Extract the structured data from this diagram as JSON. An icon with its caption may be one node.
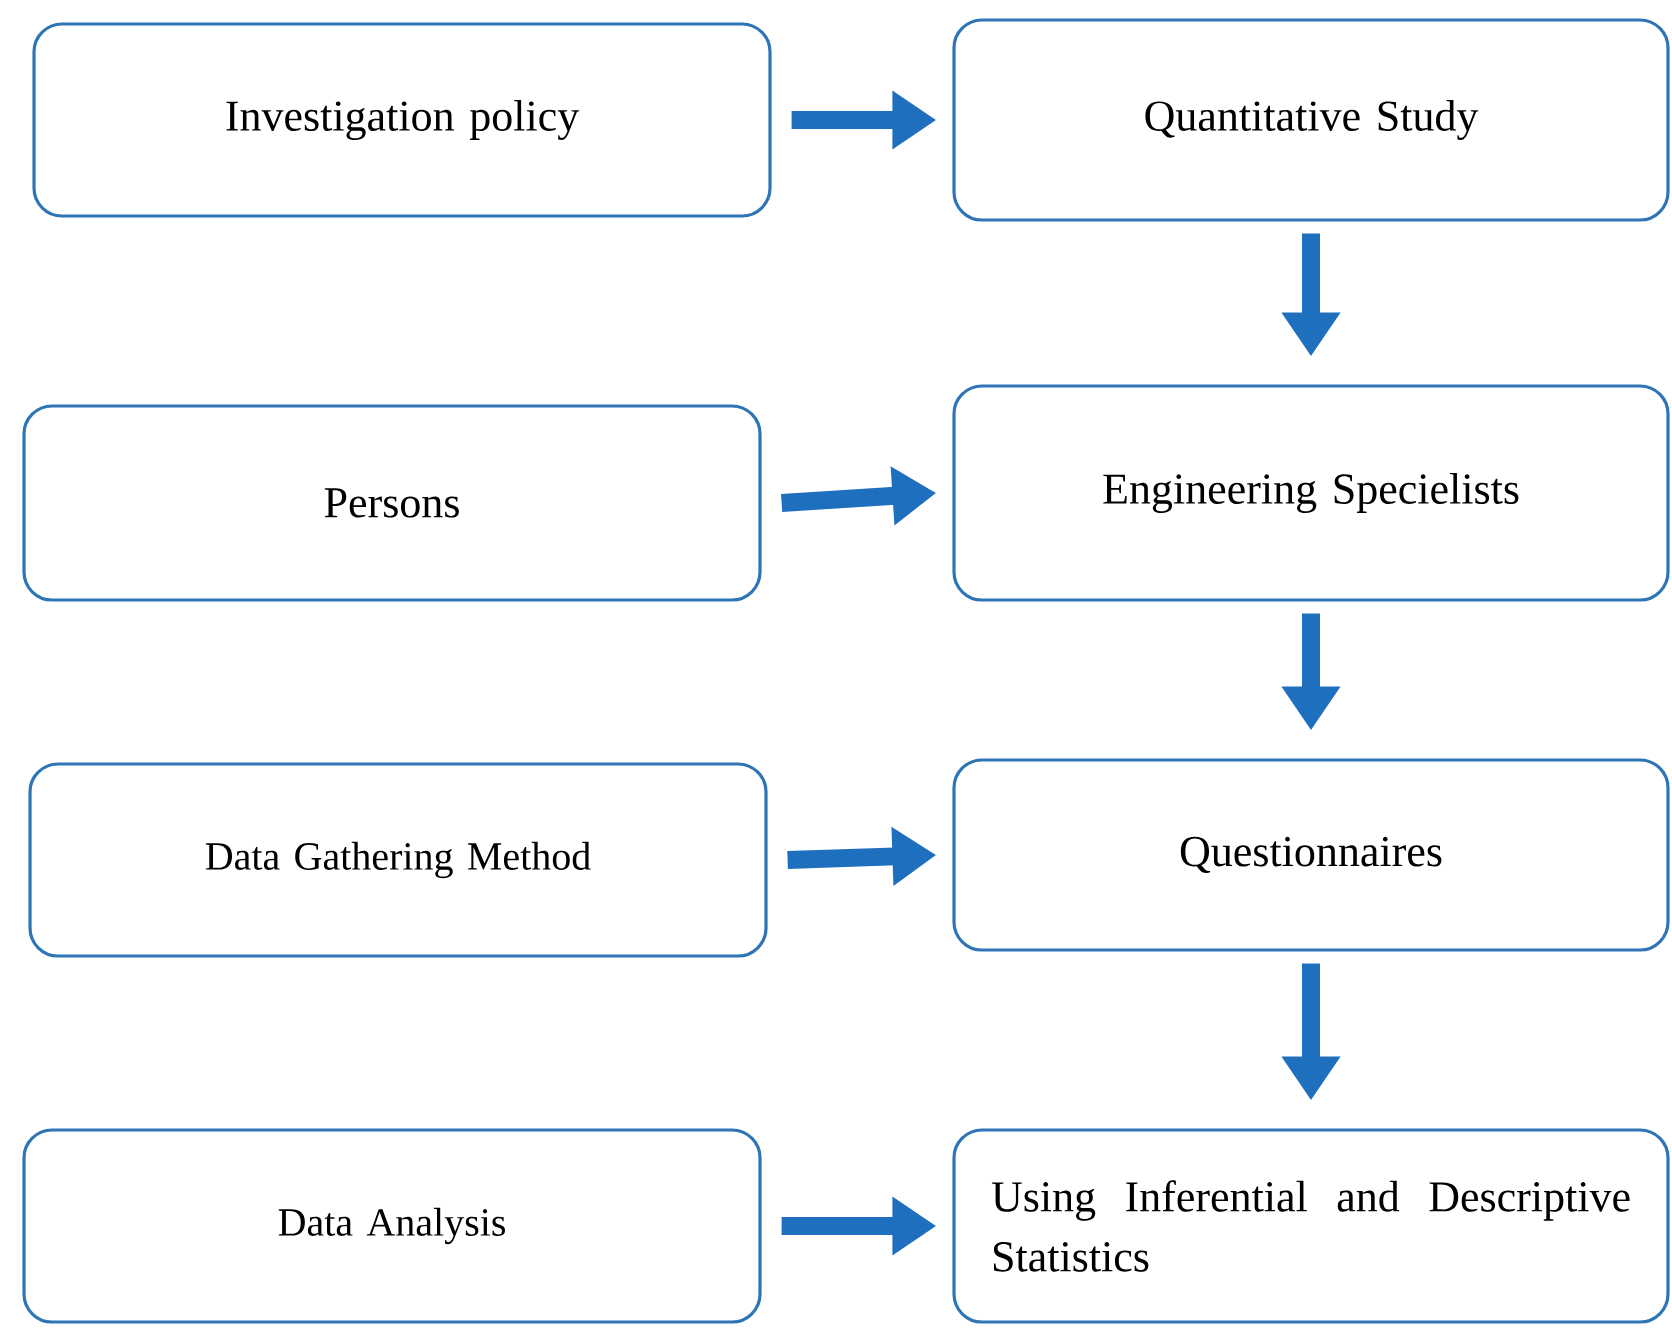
{
  "diagram": {
    "nodes": [
      {
        "text": [
          "Investigation policy"
        ]
      },
      {
        "text": [
          "Quantitative Study"
        ]
      },
      {
        "text": [
          "Persons"
        ]
      },
      {
        "text": [
          "Engineering Specielists"
        ]
      },
      {
        "text": [
          "Data Gathering Method"
        ]
      },
      {
        "text": [
          "Questionnaires"
        ]
      },
      {
        "text": [
          "Data Analysis"
        ]
      },
      {
        "text": [
          "Using Inferential and Descriptive Statistics"
        ]
      }
    ],
    "edges": [
      {
        "from": 0,
        "to": 1,
        "arrow": "to"
      },
      {
        "from": 1,
        "to": 3,
        "arrow": "to"
      },
      {
        "from": 2,
        "to": 3,
        "arrow": "to"
      },
      {
        "from": 3,
        "to": 5,
        "arrow": "to"
      },
      {
        "from": 4,
        "to": 5,
        "arrow": "to"
      },
      {
        "from": 5,
        "to": 7,
        "arrow": "to"
      },
      {
        "from": 6,
        "to": 7,
        "arrow": "to"
      }
    ]
  }
}
